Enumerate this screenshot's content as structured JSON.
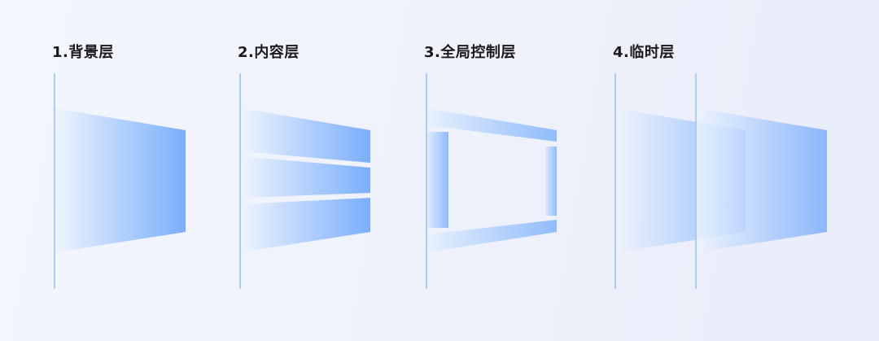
{
  "layers": [
    {
      "label": "1.背景层"
    },
    {
      "label": "2.内容层"
    },
    {
      "label": "3.全局控制层"
    },
    {
      "label": "4.临时层"
    }
  ],
  "colors": {
    "gradient_light": "#e8f0fe",
    "gradient_dark": "#7aaefb",
    "axis_line": "#a9cdf6",
    "label_text": "#1a1a1a"
  }
}
